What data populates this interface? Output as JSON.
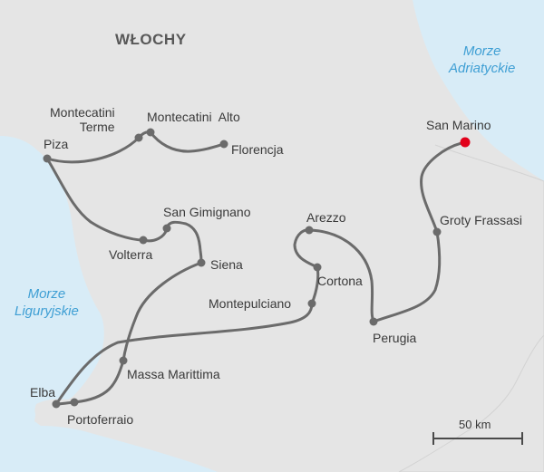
{
  "map": {
    "country": "WŁOCHY",
    "seas": {
      "adriatic": "Morze\nAdriatyckie",
      "ligurian": "Morze\nLiguryjskie"
    },
    "scale": "50 km",
    "colors": {
      "land": "#e5e5e5",
      "sea": "#d8ecf7",
      "route": "#6b6b6b",
      "stop": "#6b6b6b",
      "highlight": "#e2001a"
    },
    "places": {
      "montecatini_terme": "Montecatini\nTerme",
      "montecatini_alto": "Montecatini  Alto",
      "piza": "Piza",
      "florencja": "Florencja",
      "san_gimignano": "San Gimignano",
      "volterra": "Volterra",
      "siena": "Siena",
      "arezzo": "Arezzo",
      "cortona": "Cortona",
      "montepulciano": "Montepulciano",
      "perugia": "Perugia",
      "groty_frassasi": "Groty Frassasi",
      "san_marino": "San Marino",
      "massa_marittima": "Massa Marittima",
      "elba": "Elba",
      "portoferraio": "Portoferraio"
    }
  }
}
